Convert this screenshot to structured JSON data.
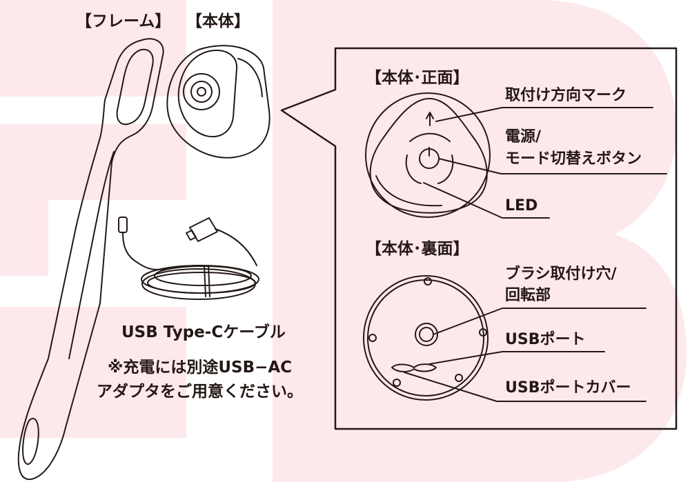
{
  "left": {
    "frame_label": "【フレーム】",
    "body_label": "【本体】",
    "cable_label": "USB Type-Cケーブル",
    "note_line1": "※充電には別途USB−AC",
    "note_line2": "アダプタをご用意ください。"
  },
  "front": {
    "heading": "【本体･正面】",
    "mount_mark": "取付け方向マーク",
    "power_line1": "電源/",
    "power_line2": "モード切替えボタン",
    "led": "LED"
  },
  "back": {
    "heading": "【本体･裏面】",
    "brush_line1": "ブラシ取付け穴/",
    "brush_line2": "回転部",
    "usb_port": "USBポート",
    "usb_cover": "USBポートカバー"
  },
  "colors": {
    "watermark": "#fde8ec",
    "line": "#231815",
    "panel_border": "#231815"
  }
}
